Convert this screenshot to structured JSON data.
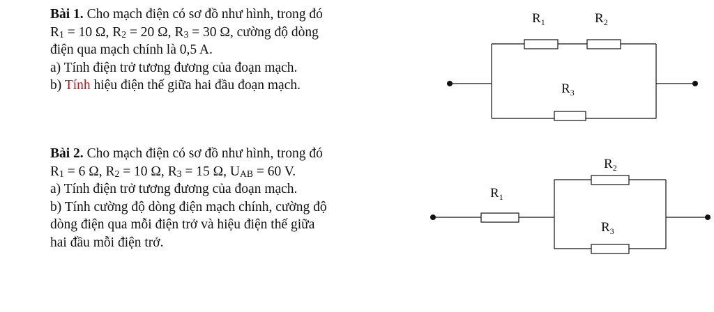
{
  "problem1": {
    "title": "Bài 1.",
    "line1": "Cho mạch điện có sơ đồ như hình, trong đó",
    "values": {
      "r1_sym": "R",
      "r1_sub": "1",
      "r1_val": " = 10 Ω, ",
      "r2_sym": "R",
      "r2_sub": "2",
      "r2_val": " = 20 Ω, ",
      "r3_sym": "R",
      "r3_sub": "3",
      "r3_val": " = 30 Ω, cường độ dòng"
    },
    "line3": "điện qua mạch chính là 0,5 A.",
    "part_a": "a) Tính điện trở tương đương của đoạn mạch.",
    "part_b_prefix": "b) ",
    "part_b_red": "Tính",
    "part_b_rest": " hiệu điện thế giữa hai đầu đoạn mạch."
  },
  "problem2": {
    "title": "Bài 2.",
    "line1": "Cho mạch điện có sơ đồ như hình, trong đó",
    "values": {
      "r1_sym": "R",
      "r1_sub": "1",
      "r1_val": " = 6 Ω, ",
      "r2_sym": "R",
      "r2_sub": "2",
      "r2_val": " = 10 Ω, ",
      "r3_sym": "R",
      "r3_sub": "3",
      "r3_val": " = 15 Ω, ",
      "u_sym": "U",
      "u_sub": "AB",
      "u_val": " = 60 V."
    },
    "part_a": "a) Tính điện trở tương đương của đoạn mạch.",
    "part_b_1": "b) Tính cường độ dòng điện mạch chính, cường độ",
    "part_b_2": "dòng điện qua mỗi điện trở và hiệu điện thế giữa",
    "part_b_3": "hai đầu mỗi điện trở."
  },
  "circuit1": {
    "r1": {
      "sym": "R",
      "sub": "1"
    },
    "r2": {
      "sym": "R",
      "sub": "2"
    },
    "r3": {
      "sym": "R",
      "sub": "3"
    }
  },
  "circuit2": {
    "r1": {
      "sym": "R",
      "sub": "1"
    },
    "r2": {
      "sym": "R",
      "sub": "2"
    },
    "r3": {
      "sym": "R",
      "sub": "3"
    }
  },
  "colors": {
    "text": "#111111",
    "highlight": "#c0161b",
    "wire": "#111111"
  }
}
